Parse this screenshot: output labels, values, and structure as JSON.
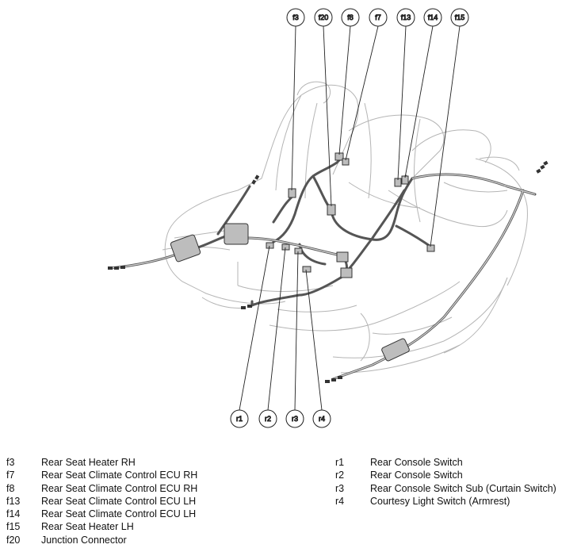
{
  "callouts_top": [
    "f3",
    "f20",
    "f8",
    "f7",
    "f13",
    "f14",
    "f15"
  ],
  "callouts_bottom": [
    "r1",
    "r2",
    "r3",
    "r4"
  ],
  "legend": {
    "left": [
      {
        "code": "f3",
        "label": "Rear Seat Heater RH"
      },
      {
        "code": "f7",
        "label": "Rear Seat Climate Control ECU RH"
      },
      {
        "code": "f8",
        "label": "Rear Seat Climate Control ECU RH"
      },
      {
        "code": "f13",
        "label": "Rear Seat Climate Control ECU LH"
      },
      {
        "code": "f14",
        "label": "Rear Seat Climate Control ECU LH"
      },
      {
        "code": "f15",
        "label": "Rear Seat Heater LH"
      },
      {
        "code": "f20",
        "label": "Junction Connector"
      }
    ],
    "right": [
      {
        "code": "r1",
        "label": "Rear Console Switch"
      },
      {
        "code": "r2",
        "label": "Rear Console Switch"
      },
      {
        "code": "r3",
        "label": "Rear Console Switch Sub (Curtain Switch)"
      },
      {
        "code": "r4",
        "label": "Courtesy Light Switch (Armrest)"
      }
    ]
  }
}
